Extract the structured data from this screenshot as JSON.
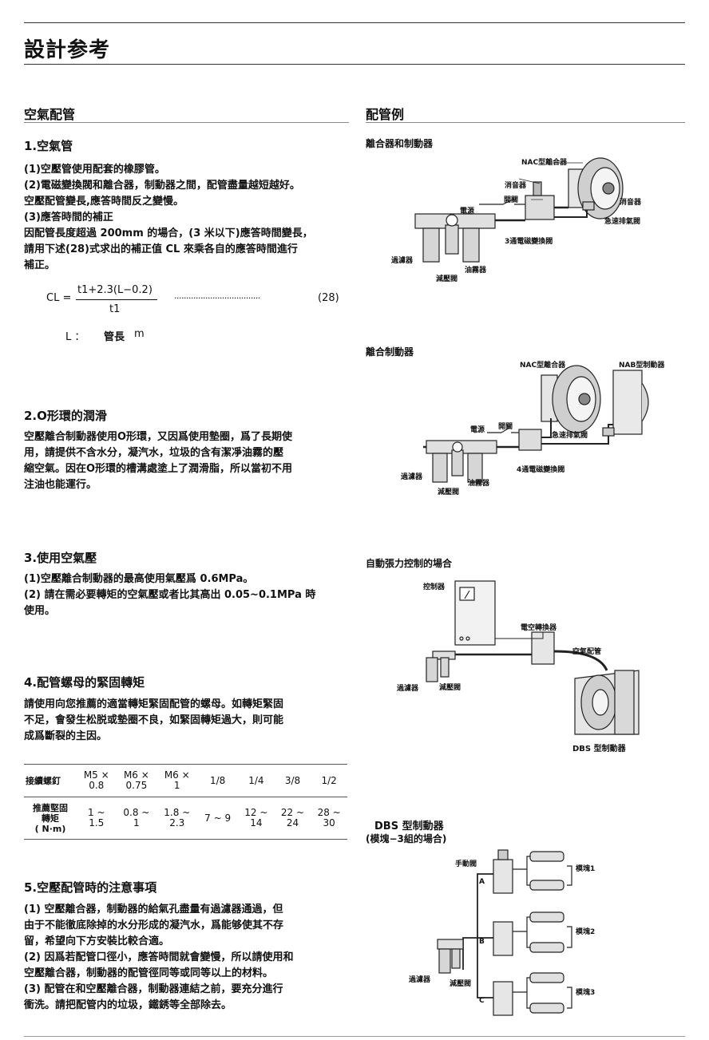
{
  "page_title": "設計参考",
  "left": {
    "heading": "空氣配管",
    "s1": {
      "title": "1.空氣管",
      "lines": [
        "(1)空壓管使用配套的橡膠管。",
        "(2)電磁變換閥和離合器，制動器之間，配管盡量越短越好。",
        "空壓配管變長,應答時間反之變慢。",
        "(3)應答時間的補正",
        "因配管長度超過 200mm 的場合，(3 米以下)應答時間變長，",
        "請用下述(28)式求出的補正值 CL 來乘各自的應答時間進行",
        "補正。"
      ],
      "formula": {
        "lhs": "CL =",
        "numerator": "t1+2.3(L−0.2)",
        "denominator": "t1",
        "dots": "....................................",
        "ref": "(28)"
      },
      "legend": {
        "symbol": "L ：",
        "desc": "管長",
        "unit": "m"
      }
    },
    "s2": {
      "title": "2.O形環的潤滑",
      "lines": [
        "空壓離合制動器使用O形環，又因爲使用墊圈，爲了長期使",
        "用，請提供不含水分，凝汽水，垃圾的含有潔凈油霧的壓",
        "縮空氣。因在O形環的槽溝處塗上了潤滑脂，所以當初不用",
        "注油也能運行。"
      ]
    },
    "s3": {
      "title": "3.使用空氣壓",
      "lines": [
        "(1)空壓離合制動器的最高使用氣壓爲 0.6MPa。",
        "(2) 請在需必要轉矩的空氣壓或者比其高出 0.05~0.1MPa 時",
        "使用。"
      ]
    },
    "s4": {
      "title": "4.配管螺母的緊固轉矩",
      "lines": [
        "請使用向您推薦的適當轉矩緊固配管的螺母。如轉矩緊固",
        "不足，會發生松脱或墊圈不良，如緊固轉矩過大，則可能",
        "成爲斷裂的主因。"
      ],
      "table": {
        "row1_header": "接續螺釘",
        "cols": [
          "M5 ×\n0.8",
          "M6 ×\n0.75",
          "M6 ×\n1",
          "1/8",
          "1/4",
          "3/8",
          "1/2"
        ],
        "row2_header": "推薦堅固\n轉矩\n( N·m)",
        "vals": [
          "1 ~\n1.5",
          "0.8 ~\n1",
          "1.8 ~\n2.3",
          "7 ~ 9",
          "12 ~\n14",
          "22 ~\n24",
          "28 ~\n30"
        ]
      }
    },
    "s5": {
      "title": "5.空壓配管時的注意事項",
      "lines": [
        "(1) 空壓離合器，制動器的給氣孔盡量有過濾器通過，但",
        "由于不能徹底除掉的水分形成的凝汽水，爲能够使其不存",
        "留，希望向下方安裝比較合適。",
        "(2) 因爲若配管口徑小，應答時間就會變慢，所以請使用和",
        "空壓離合器，制動器的配管徑同等或同等以上的材料。",
        "(3) 配管在和空壓離合器，制動器連結之前，要充分進行",
        "衝洗。請把配管内的垃圾，鐵銹等全部除去。"
      ]
    }
  },
  "right": {
    "heading": "配管例",
    "d1": {
      "title": "離合器和制動器",
      "labels": {
        "nac": "NAC型離合器",
        "muffler_a": "消音器",
        "muffler_b": "消音器",
        "switch": "開關",
        "power": "電源",
        "exhaust": "急速排氣閥",
        "valve": "3通電磁變換閥",
        "filter": "過濾器",
        "mist": "油霧器",
        "regulator": "減壓閥"
      }
    },
    "d2": {
      "title": "離合制動器",
      "labels": {
        "nac": "NAC型離合器",
        "nab": "NAB型制動器",
        "power": "電源",
        "switch": "開關",
        "exhaust": "急速排氣閥",
        "valve": "4通電磁變換閥",
        "filter": "過濾器",
        "mist": "油霧器",
        "regulator": "減壓閥"
      }
    },
    "d3": {
      "title": "自動張力控制的場合",
      "labels": {
        "controller": "控制器",
        "converter": "電空轉換器",
        "pipe": "空氣配管",
        "filter": "過濾器",
        "regulator": "減壓閥",
        "dbs": "DBS 型制動器"
      }
    },
    "d4": {
      "title": "DBS 型制動器",
      "subtitle": "(模塊−3組的場合)",
      "labels": {
        "manual": "手動閥",
        "a": "A",
        "b": "B",
        "c": "C",
        "m1": "模塊1",
        "m2": "模塊2",
        "m3": "模塊3",
        "filter": "過濾器",
        "regulator": "減壓閥"
      }
    }
  }
}
